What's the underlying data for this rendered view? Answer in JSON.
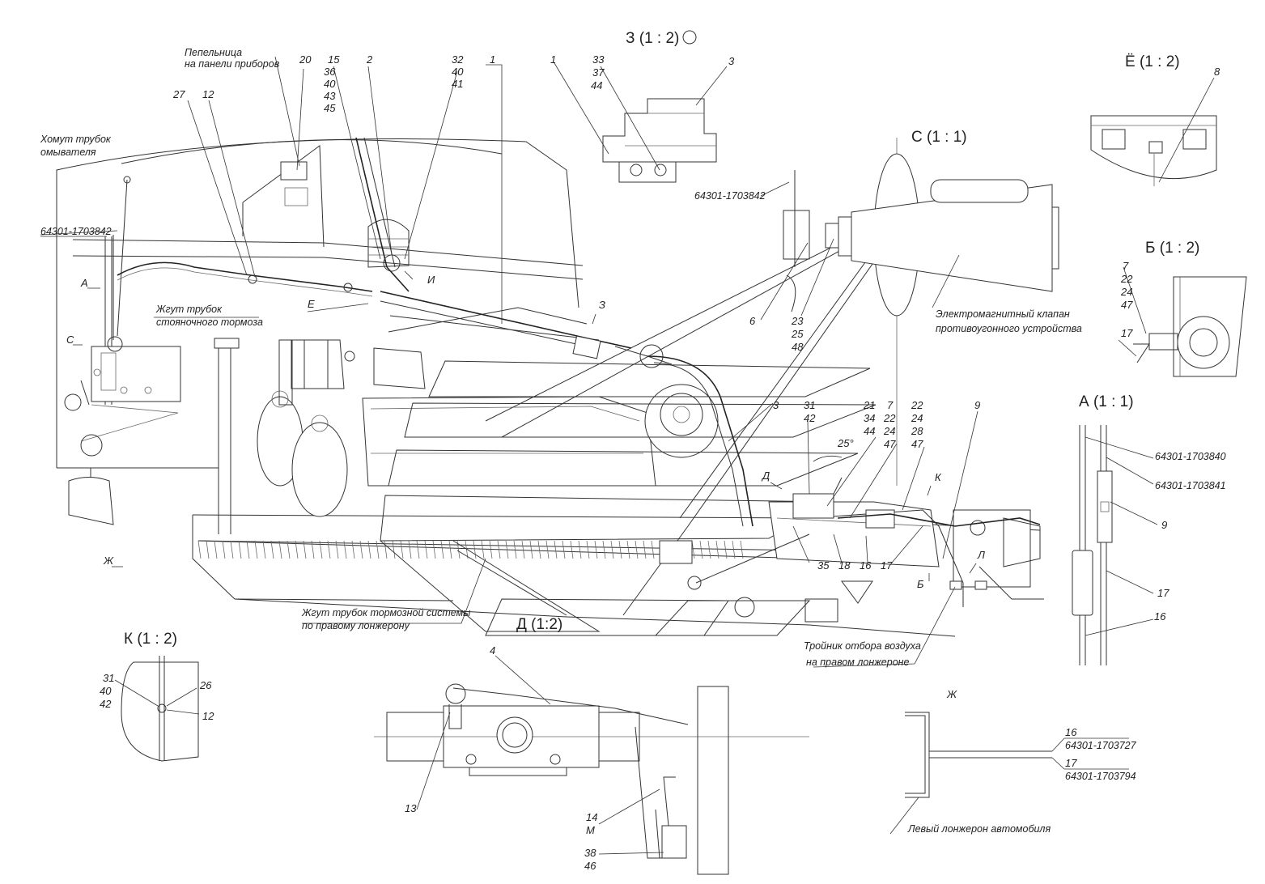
{
  "labels": {
    "ashtray_line1": "Пепельница",
    "ashtray_line2": "на панели приборов",
    "washer_clamp_line1": "Хомут трубок",
    "washer_clamp_line2": "омывателя",
    "park_brake_line1": "Жгут трубок",
    "park_brake_line2": "стояночного тормоза",
    "brake_harness_line1": "Жгут трубок тормозной системы",
    "brake_harness_line2": "по правому лонжерону",
    "tee_line1": "Тройник отбора воздуха",
    "tee_line2": "на правом лонжероне",
    "valve_line1": "Электромагнитный клапан",
    "valve_line2": "противоугонного устройства",
    "left_spar": "Левый лонжерон автомобиля"
  },
  "part_numbers": {
    "p1703842_a": "64301-1703842",
    "p1703842_b": "64301-1703842",
    "p1703840": "64301-1703840",
    "p1703841": "64301-1703841",
    "p1703727": "64301-1703727",
    "p1703794": "64301-1703794"
  },
  "views": {
    "z": "З (1 : 2)",
    "yo": "Ё (1 : 2)",
    "c": "С (1 : 1)",
    "b": "Б (1 : 2)",
    "a": "А (1 : 1)",
    "k": "К (1 : 2)",
    "d": "Д (1:2)",
    "zh_title": "Ж"
  },
  "markers": {
    "A": "А",
    "C": "С",
    "E": "Е",
    "I": "И",
    "Z": "З",
    "D": "Д",
    "K": "К",
    "L": "Л",
    "B": "Б",
    "ZH": "Ж",
    "angle": "25°"
  },
  "callouts": {
    "c20": "20",
    "c15": "15",
    "c36": "36",
    "c40a": "40",
    "c43": "43",
    "c45": "45",
    "c2": "2",
    "c32": "32",
    "c40b": "40",
    "c41": "41",
    "c1a": "1",
    "c27": "27",
    "c12a": "12",
    "c1b": "1",
    "c33": "33",
    "c37": "37",
    "c44a": "44",
    "c3a": "3",
    "c8": "8",
    "c6": "6",
    "c23": "23",
    "c25": "25",
    "c48": "48",
    "c7a": "7",
    "c22a": "22",
    "c24a": "24",
    "c47a": "47",
    "c17a": "17",
    "c3b": "3",
    "c31a": "31",
    "c42a": "42",
    "c21": "21",
    "c34": "34",
    "c44b": "44",
    "c7b": "7",
    "c22b": "22",
    "c24b": "24",
    "c47b": "47",
    "c22c": "22",
    "c24c": "24",
    "c28": "28",
    "c47c": "47",
    "c9a": "9",
    "c35": "35",
    "c18": "18",
    "c16a": "16",
    "c17b": "17",
    "c9b": "9",
    "c17c": "17",
    "c16b": "16",
    "c31b": "31",
    "c40c": "40",
    "c42b": "42",
    "c26": "26",
    "c12b": "12",
    "c4": "4",
    "c13": "13",
    "c14": "14",
    "cM": "М",
    "c38": "38",
    "c46": "46",
    "c16c": "16",
    "c17d": "17"
  }
}
